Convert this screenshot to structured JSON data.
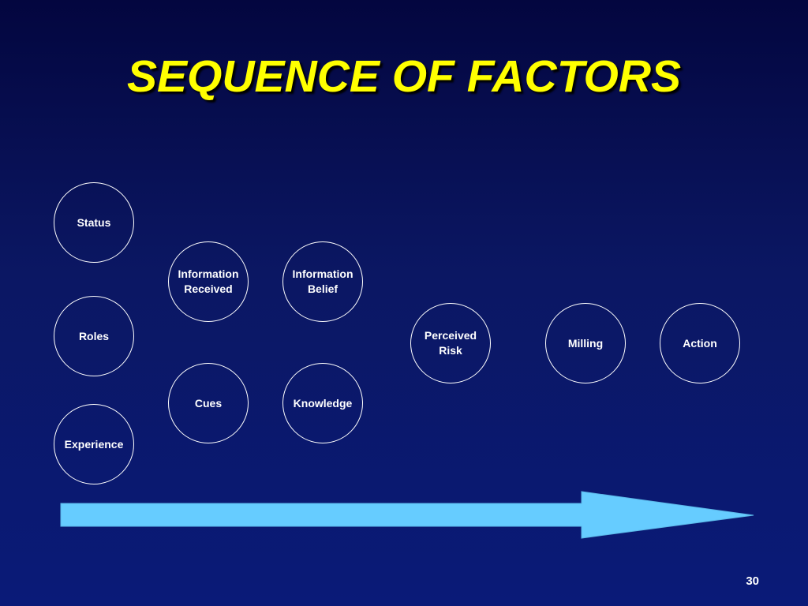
{
  "slide": {
    "title": "SEQUENCE OF FACTORS",
    "page_number": "30"
  },
  "nodes": {
    "status": "Status",
    "roles": "Roles",
    "experience": "Experience",
    "information_received": "Information\nReceived",
    "cues": "Cues",
    "information_belief": "Information\nBelief",
    "knowledge": "Knowledge",
    "perceived_risk": "Perceived\nRisk",
    "milling": "Milling",
    "action": "Action"
  },
  "colors": {
    "title": "#ffff00",
    "background": "#0b1763",
    "node_border": "#ffffff",
    "arrow": "#66ccff"
  }
}
